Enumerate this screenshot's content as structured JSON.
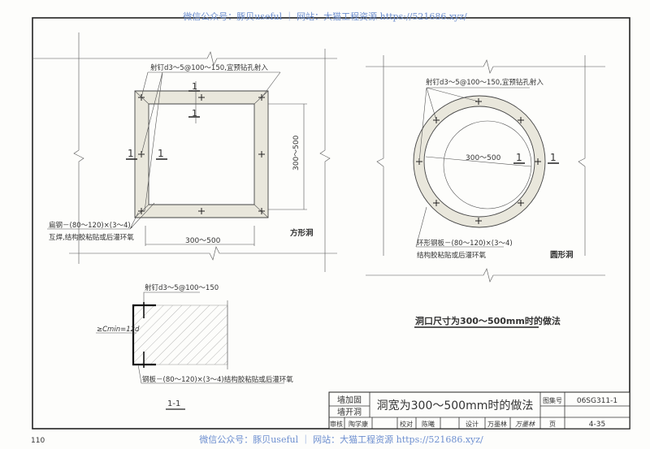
{
  "watermark": {
    "top": "微信公众号：豚贝useful ｜ 网站：大猫工程资源 https://521686.xyz/",
    "bottom": "微信公众号：豚贝useful ｜ 网站：大猫工程资源 https://521686.xyz/"
  },
  "square_hole": {
    "nail_note": "射钉d3～5@100～150,宜预钻孔射入",
    "section_mark": "1",
    "height_dim": "300～500",
    "width_dim": "300～500",
    "plate_note_line1": "扁钢－(80～120)×(3～4),",
    "plate_note_line2": "互焊,结构胶粘贴或后灌环氧",
    "label": "方形洞"
  },
  "round_hole": {
    "nail_note": "射钉d3～5@100～150,宜预钻孔射入",
    "diameter_dim": "300～500",
    "section_mark": "1",
    "plate_note_line1": "环形钢板－(80～120)×(3～4)",
    "plate_note_line2": "结构胶粘贴或后灌环氧",
    "label": "圆形洞"
  },
  "caption": "洞口尺寸为300～500mm时的做法",
  "section": {
    "nail_note": "射钉d3～5@100～150",
    "cover_note": "≥Cmin=12d",
    "plate_note": "钢板－(80～120)×(3～4)结构胶粘贴或后灌环氧",
    "label": "1-1"
  },
  "title_block": {
    "category1": "墙加固",
    "category2": "墙开洞",
    "title": "洞宽为300～500mm时的做法",
    "atlas_label": "图集号",
    "atlas_no": "06SG311-1",
    "review_label": "审核",
    "reviewer": "陶学康",
    "check_label": "校对",
    "checker": "陈曦",
    "design_label": "设计",
    "designer": "万墨林",
    "page_label": "页",
    "page_no": "4-35"
  },
  "page_number": "110"
}
